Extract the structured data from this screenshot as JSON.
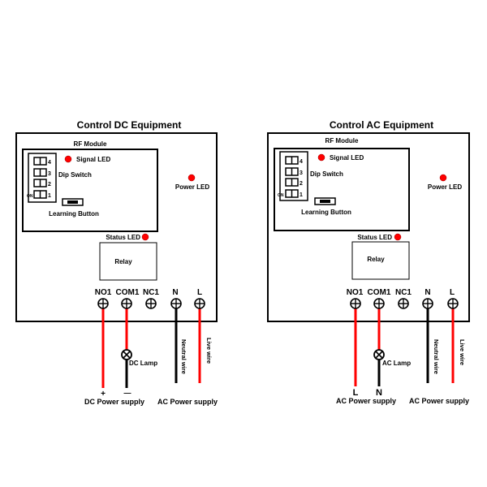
{
  "colors": {
    "wire_red": "#ff0000",
    "wire_black": "#000000",
    "led": "#ff0000"
  },
  "panels": [
    {
      "title": "Control DC Equipment",
      "rf_module_label": "RF Module",
      "signal_led_label": "Signal LED",
      "dip_switch_label": "Dip Switch",
      "dip_numbers": [
        "4",
        "3",
        "2",
        "1"
      ],
      "dip_on_label": "ON",
      "learning_button_label": "Learning Button",
      "power_led_label": "Power LED",
      "status_led_label": "Status LED",
      "relay_label": "Relay",
      "terminals": [
        "NO1",
        "COM1",
        "NC1",
        "N",
        "L"
      ],
      "lamp_label": "DC Lamp",
      "neutral_wire_label": "Neutral wire",
      "live_wire_label": "Live wire",
      "wire1_end_label": "+",
      "wire2_end_label": "—",
      "left_supply_label": "DC Power supply",
      "right_supply_label": "AC Power supply"
    },
    {
      "title": "Control AC Equipment",
      "rf_module_label": "RF Module",
      "signal_led_label": "Signal LED",
      "dip_switch_label": "Dip Switch",
      "dip_numbers": [
        "4",
        "3",
        "2",
        "1"
      ],
      "dip_on_label": "ON",
      "learning_button_label": "Learning Button",
      "power_led_label": "Power LED",
      "status_led_label": "Status LED",
      "relay_label": "Relay",
      "terminals": [
        "NO1",
        "COM1",
        "NC1",
        "N",
        "L"
      ],
      "lamp_label": "AC Lamp",
      "neutral_wire_label": "Neutral wire",
      "live_wire_label": "Live wire",
      "wire1_end_label": "L",
      "wire2_end_label": "N",
      "left_supply_label": "AC Power supply",
      "right_supply_label": "AC Power supply"
    }
  ]
}
